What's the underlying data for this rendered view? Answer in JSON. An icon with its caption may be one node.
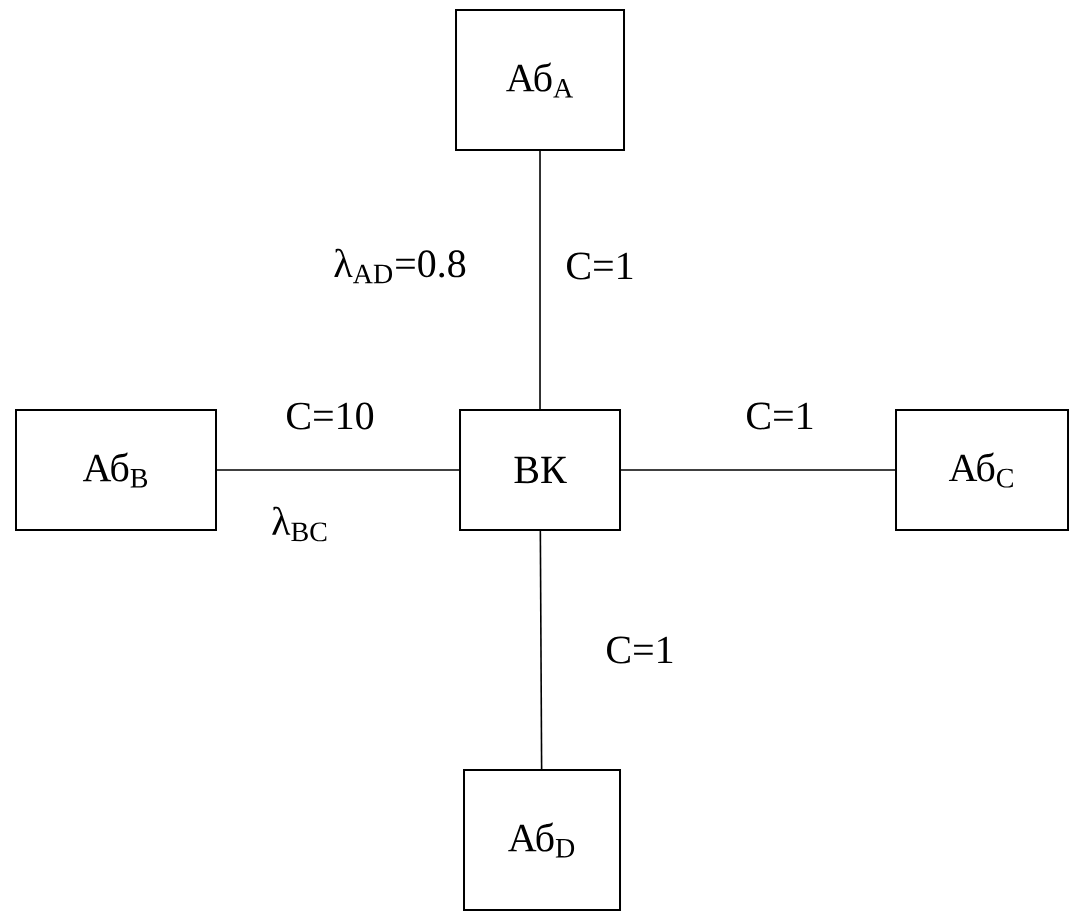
{
  "diagram": {
    "nodes": [
      {
        "text": [
          "Аб$_{A}$"
        ]
      },
      {
        "text": [
          "Аб$_{B}$"
        ]
      },
      {
        "text": [
          "ВК"
        ]
      },
      {
        "text": [
          "Аб$_{C}$"
        ]
      },
      {
        "text": [
          "Аб$_{D}$"
        ]
      }
    ],
    "edges": [
      {
        "from": 2,
        "to": 0,
        "arrow": "none",
        "label": "C=1"
      },
      {
        "from": 1,
        "to": 2,
        "arrow": "none",
        "label": "C=10"
      },
      {
        "from": 2,
        "to": 3,
        "arrow": "none",
        "label": "C=1"
      },
      {
        "from": 2,
        "to": 4,
        "arrow": "none",
        "label": "C=1"
      }
    ],
    "labels": [
      "λ$_{AD}$=0.8",
      "λ$_{BC}$"
    ]
  }
}
